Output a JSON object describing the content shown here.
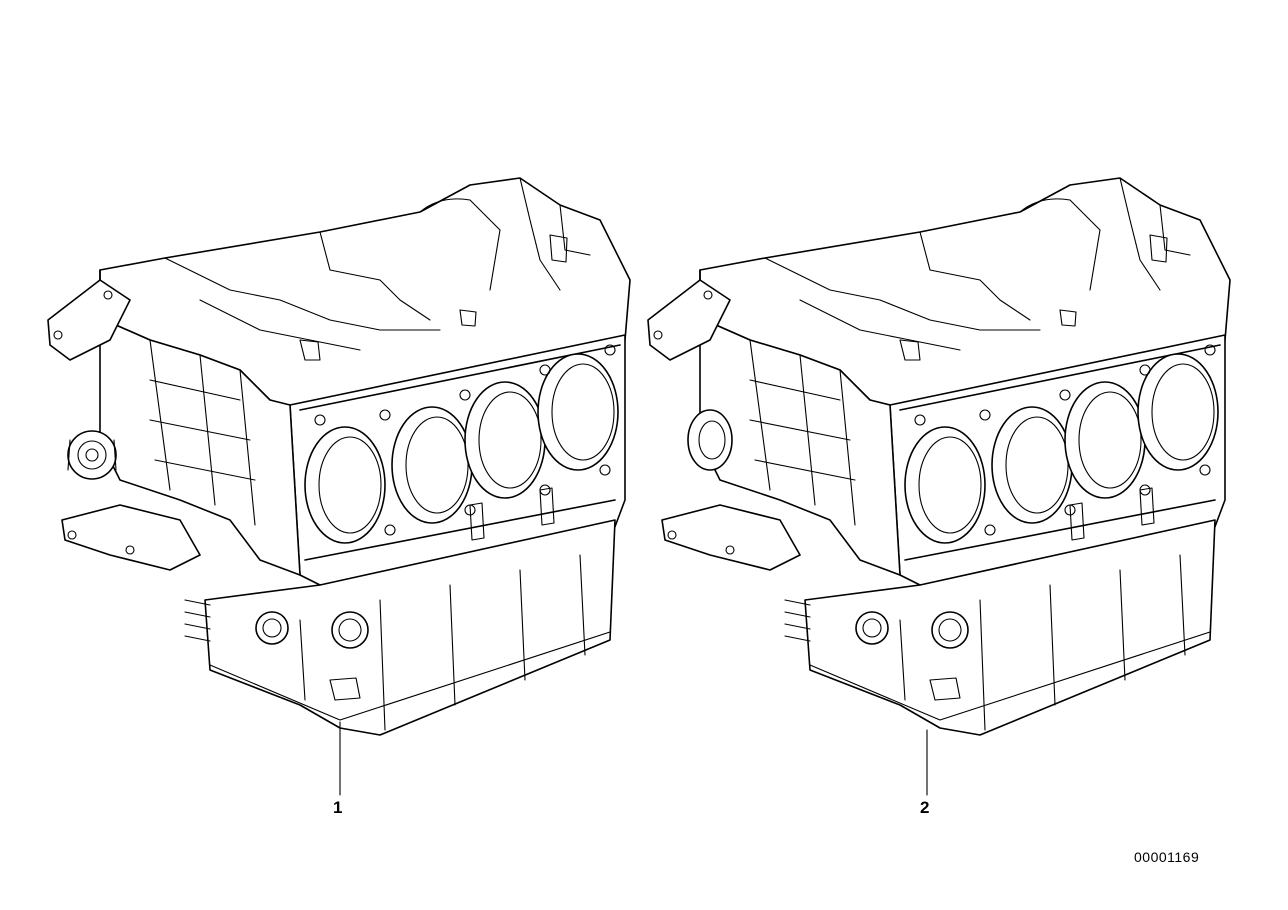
{
  "diagram": {
    "parts": [
      {
        "callout": "1",
        "name": "engine-block-1"
      },
      {
        "callout": "2",
        "name": "engine-block-2"
      }
    ],
    "reference_number": "00001169"
  }
}
